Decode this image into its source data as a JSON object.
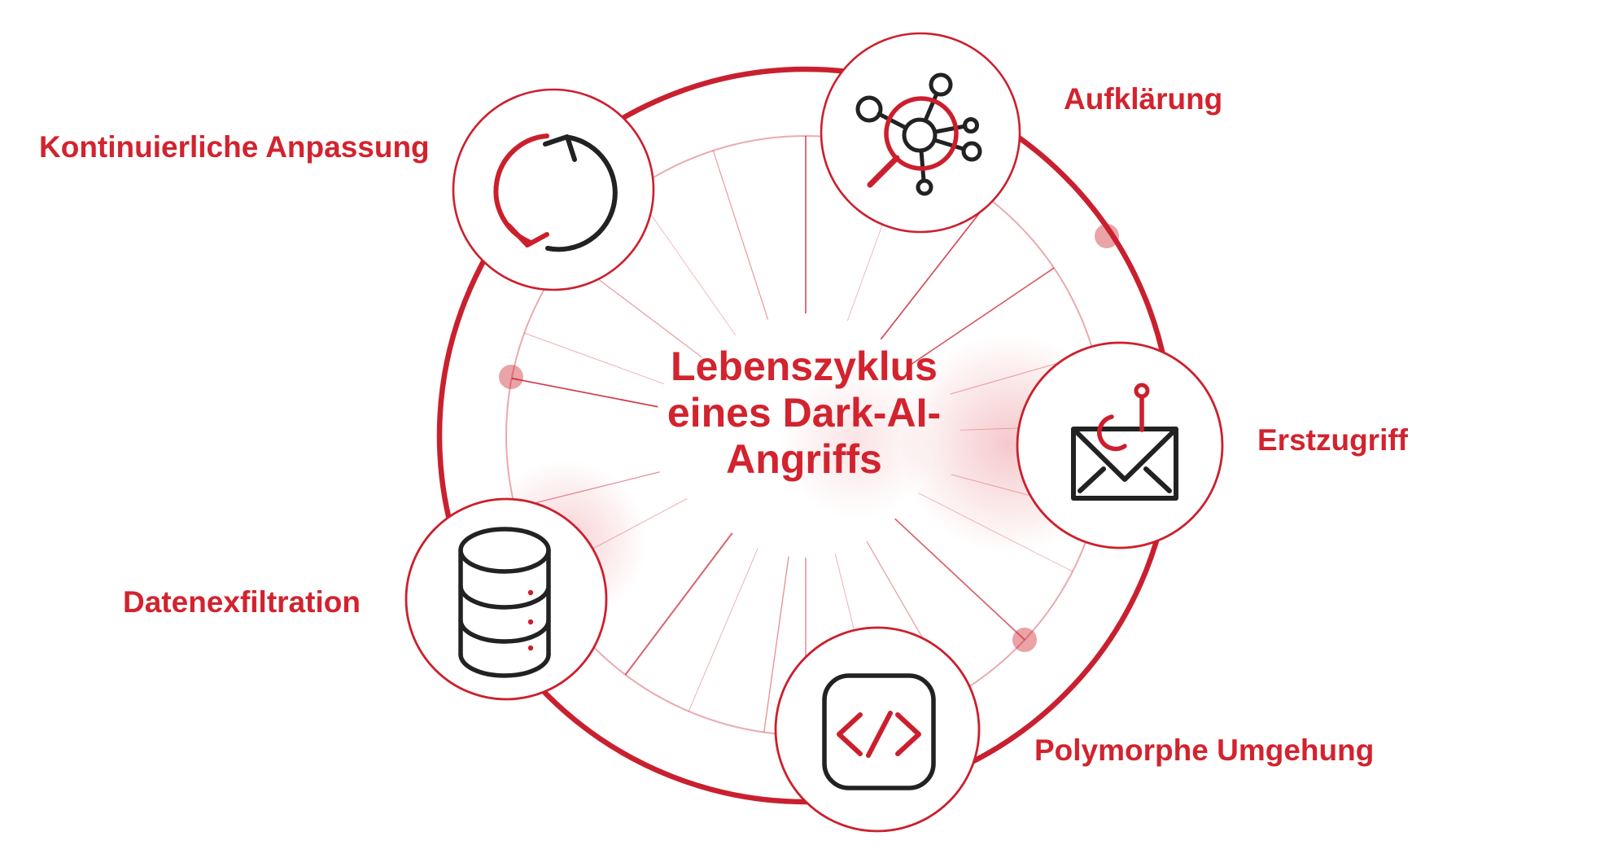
{
  "diagram": {
    "title_full": "Lebenszyklus eines Dark-AI-Angriffs",
    "title_lines": [
      "Lebenszyklus",
      "eines Dark-AI-",
      "Angriffs"
    ],
    "stages": [
      {
        "id": "aufklaerung",
        "label": "Aufklärung",
        "icon": "network-scan-icon"
      },
      {
        "id": "erstzugriff",
        "label": "Erstzugriff",
        "icon": "phishing-email-icon"
      },
      {
        "id": "polymorphe-umgehung",
        "label": "Polymorphe Umgehung",
        "icon": "code-icon"
      },
      {
        "id": "datenexfiltration",
        "label": "Datenexfiltration",
        "icon": "database-icon"
      },
      {
        "id": "kontinuierliche-anpassung",
        "label": "Kontinuierliche Anpassung",
        "icon": "cycle-icon"
      }
    ],
    "colors": {
      "accent_red": "#d2232e",
      "ring_red": "#c9202f",
      "ring_light": "rgba(201,32,47,0.38)",
      "dot_pink": "rgba(205,35,45,0.42)",
      "icon_black": "#222222",
      "background": "#ffffff"
    }
  }
}
